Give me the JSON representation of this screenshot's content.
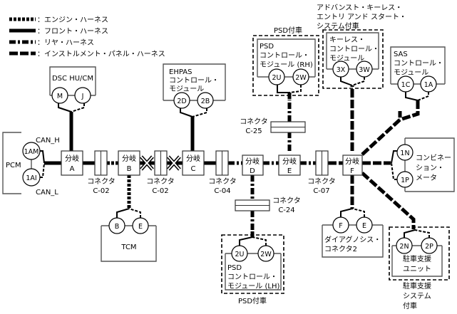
{
  "legend": [
    {
      "style": "engine",
      "label": "：エンジン・ハーネス"
    },
    {
      "style": "front",
      "label": "：フロント・ハーネス"
    },
    {
      "style": "rear",
      "label": "：リヤ・ハーネス"
    },
    {
      "style": "inst",
      "label": "：インストルメント・パネル・ハーネス"
    }
  ],
  "modules": {
    "pcm": {
      "label": "PCM",
      "pins": [
        "1AM",
        "1AI"
      ],
      "can_h": "CAN_H",
      "can_l": "CAN_L"
    },
    "dsc": {
      "label": "DSC HU/CM",
      "pins": [
        "M",
        "J"
      ]
    },
    "ehpas": {
      "lines": [
        "EHPAS",
        "コントロール・",
        "モジュール"
      ],
      "pins": [
        "2D",
        "2B"
      ]
    },
    "psd_rh": {
      "lines": [
        "PSD",
        "コントロール・",
        "モジュール (RH)"
      ],
      "pins": [
        "2U",
        "2W"
      ],
      "group": "PSD付車"
    },
    "keyless": {
      "lines": [
        "キーレス・",
        "コントロール・",
        "モジュール"
      ],
      "pins": [
        "3X",
        "3W"
      ],
      "group_lines": [
        "アドバンスト・キーレス・",
        "エントリ アンド スタート・",
        "システム付車"
      ]
    },
    "sas": {
      "lines": [
        "SAS",
        "コントロール・",
        "モジュール"
      ],
      "pins": [
        "1C",
        "1A"
      ]
    },
    "combi": {
      "lines": [
        "コンビネー",
        "ション・",
        "メータ"
      ],
      "pins": [
        "1N",
        "1P"
      ]
    },
    "tcm": {
      "label": "TCM",
      "pins": [
        "B",
        "E"
      ]
    },
    "psd_lh": {
      "lines": [
        "PSD",
        "コントロール・",
        "モジュール (LH)"
      ],
      "pins": [
        "2U",
        "2W"
      ],
      "group": "PSD付車"
    },
    "diag": {
      "lines": [
        "ダイアグノシス・",
        "コネクタ2"
      ],
      "pins": [
        "F",
        "E"
      ]
    },
    "park": {
      "lines": [
        "駐車支援",
        "ユニット"
      ],
      "pins": [
        "2N",
        "2P"
      ],
      "group_lines": [
        "駐車支援",
        "システム",
        "付車"
      ]
    }
  },
  "junctions": [
    {
      "id": "A",
      "label": "分岐",
      "letter": "A"
    },
    {
      "id": "B",
      "label": "分岐",
      "letter": "B"
    },
    {
      "id": "C",
      "label": "分岐",
      "letter": "C"
    },
    {
      "id": "D",
      "label": "分岐",
      "letter": "D"
    },
    {
      "id": "E",
      "label": "分岐",
      "letter": "E"
    },
    {
      "id": "F",
      "label": "分岐",
      "letter": "F"
    }
  ],
  "connectors": [
    {
      "name": "コネクタ",
      "code": "C-02"
    },
    {
      "name": "コネクタ",
      "code": "C-02"
    },
    {
      "name": "コネクタ",
      "code": "C-04"
    },
    {
      "name": "コネクタ",
      "code": "C-25"
    },
    {
      "name": "コネクタ",
      "code": "C-24"
    },
    {
      "name": "コネクタ",
      "code": "C-07"
    }
  ]
}
